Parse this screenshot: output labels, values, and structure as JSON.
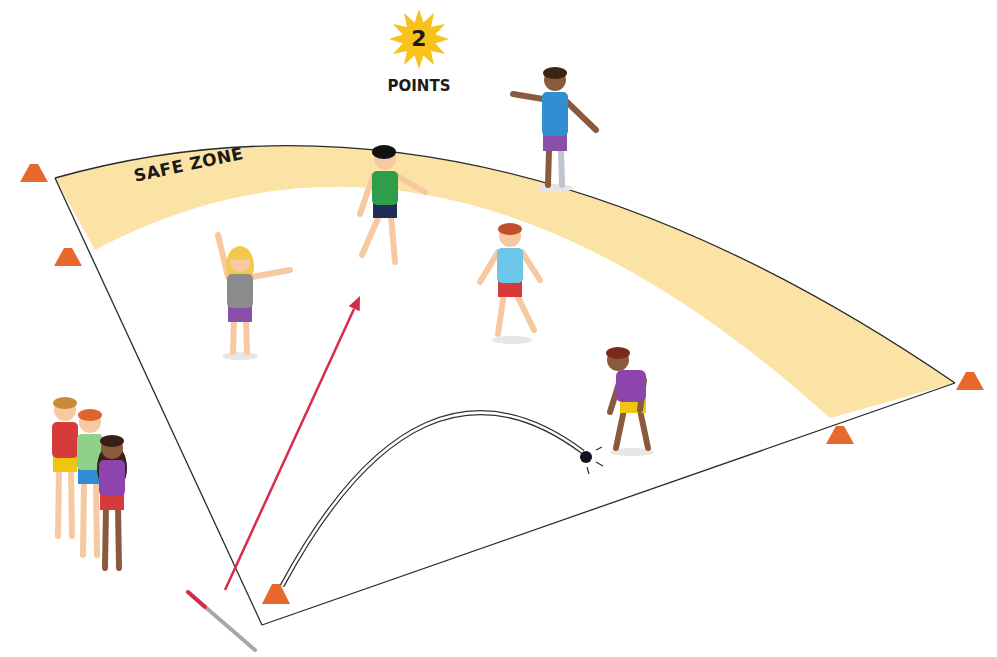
{
  "diagram": {
    "nodes": [
      {
        "text": [
          "2",
          "POINTS"
        ]
      },
      {
        "text": [
          "SAFE ZONE"
        ]
      }
    ]
  }
}
